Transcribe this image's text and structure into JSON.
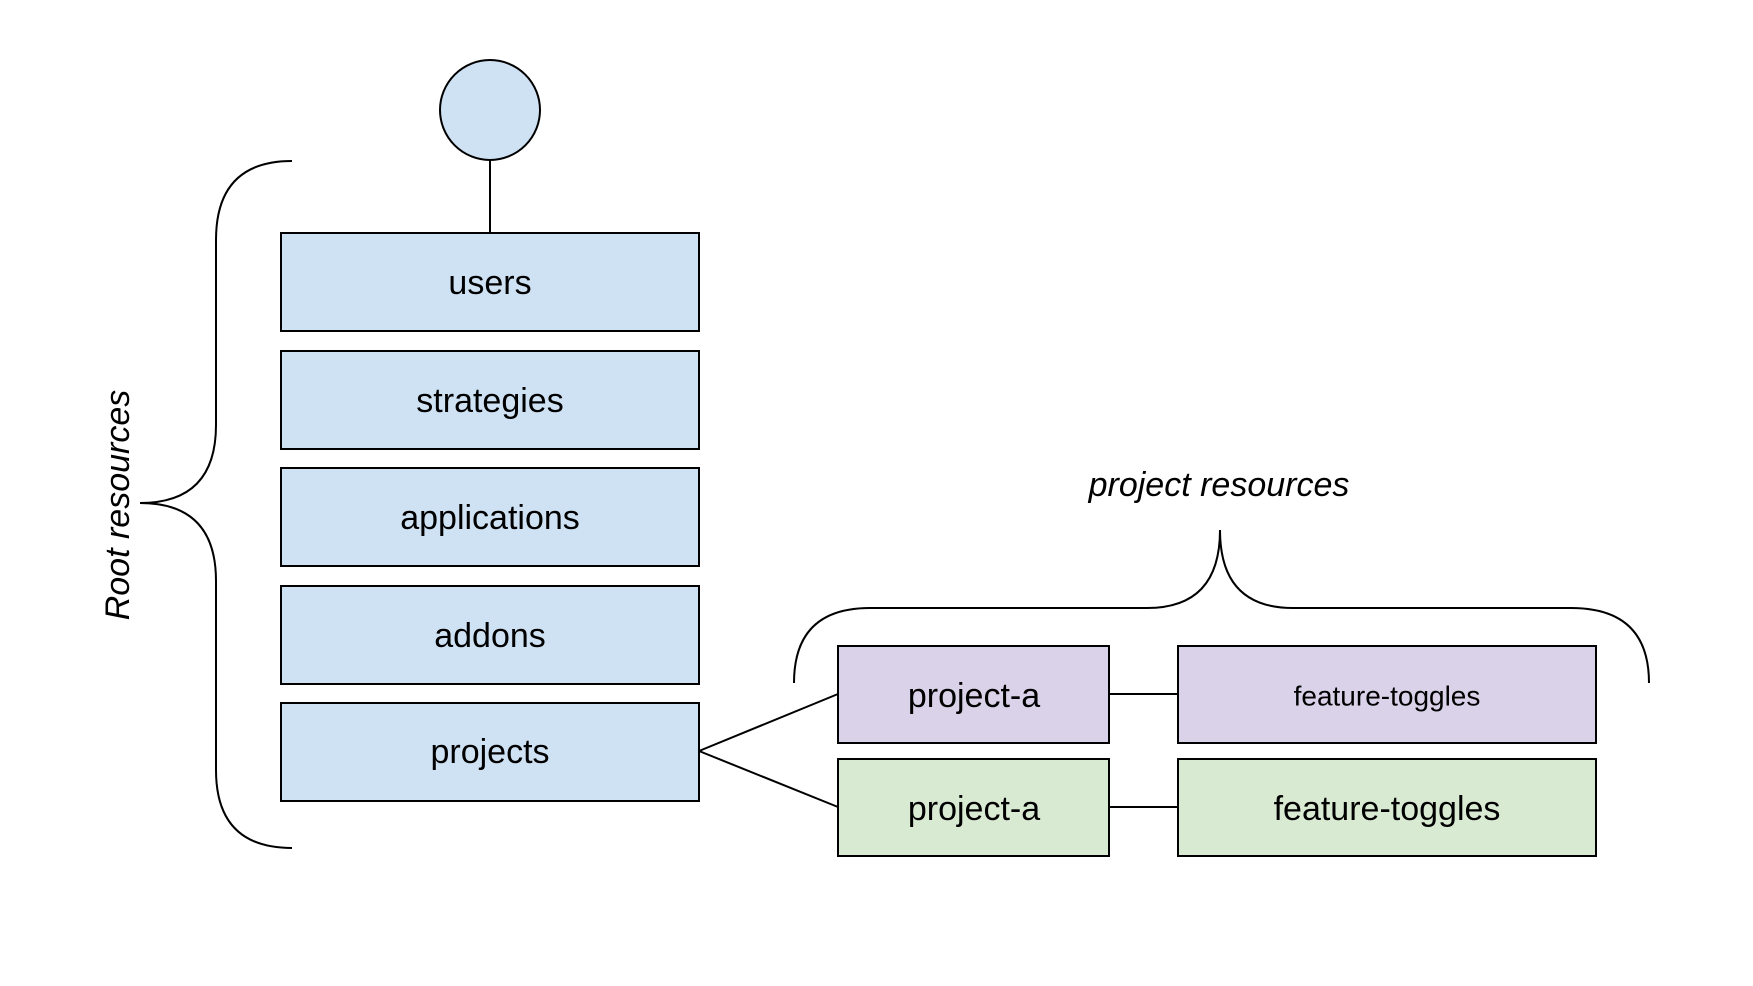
{
  "colors": {
    "root_fill": "#cfe2f3",
    "project_a_fill": "#d9d2e9",
    "project_b_fill": "#d9ead3",
    "stroke": "#000000",
    "background": "#ffffff"
  },
  "root": {
    "icon": "circle-node"
  },
  "root_resources": {
    "label": "Root resources",
    "items": [
      {
        "label": "users"
      },
      {
        "label": "strategies"
      },
      {
        "label": "applications"
      },
      {
        "label": "addons"
      },
      {
        "label": "projects"
      }
    ]
  },
  "project_resources": {
    "label": "project resources",
    "rows": [
      {
        "project": "project-a",
        "resource": "feature-toggles"
      },
      {
        "project": "project-a",
        "resource": "feature-toggles"
      }
    ]
  }
}
